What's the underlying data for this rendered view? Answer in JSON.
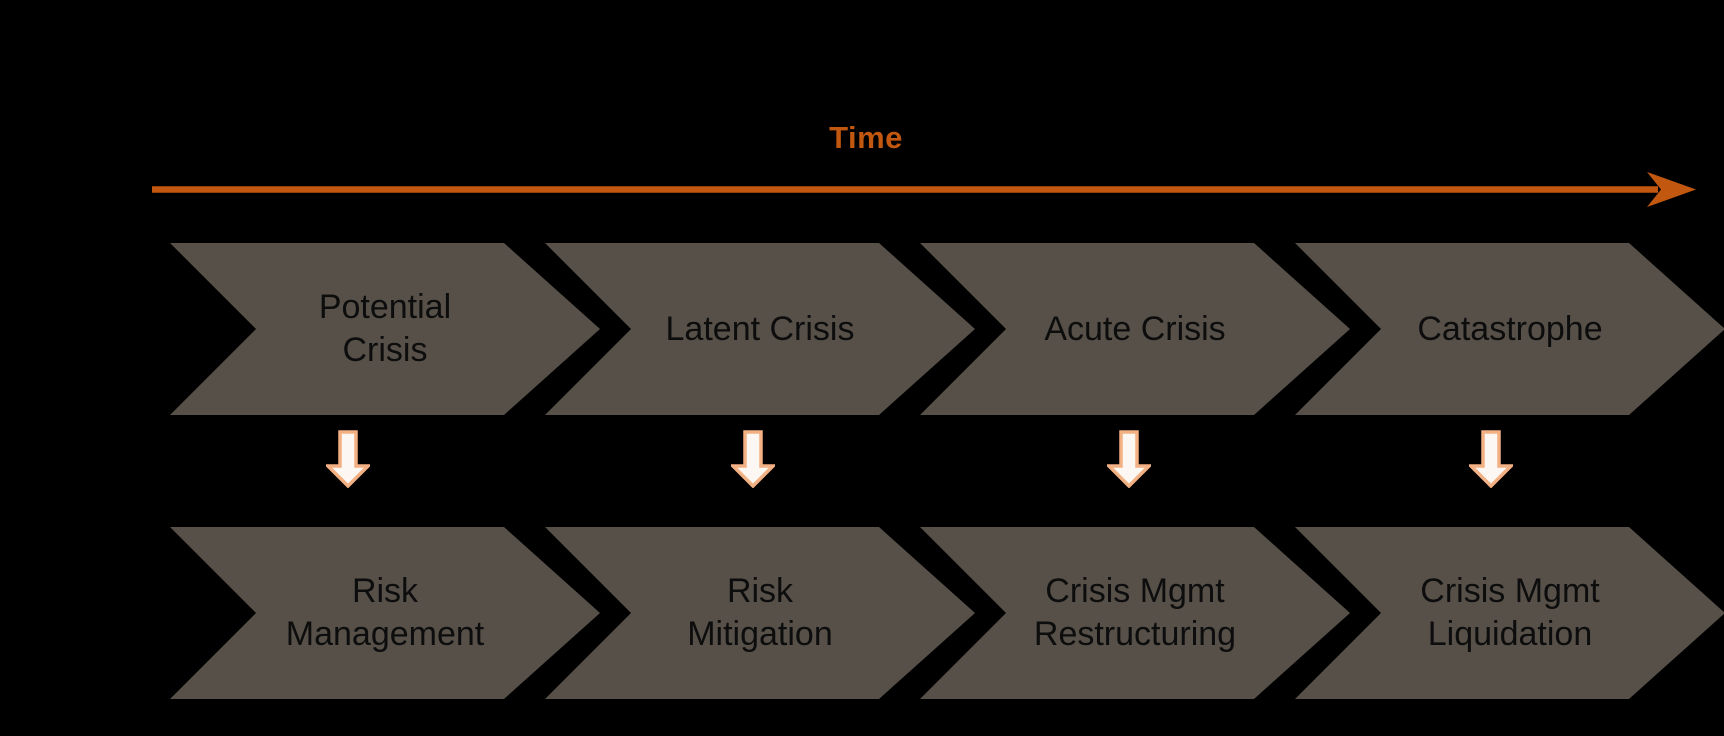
{
  "timeline": {
    "label": "Time"
  },
  "colors": {
    "background": "#000000",
    "chevron_fill": "#565049",
    "accent": "#C2570F",
    "down_arrow_fill": "#FCF7F2",
    "down_arrow_stroke": "#F2B083",
    "chevron_text": "#0D0D0D"
  },
  "stages": [
    {
      "stage": "Potential\nCrisis",
      "response": "Risk\nManagement"
    },
    {
      "stage": "Latent Crisis",
      "response": "Risk\nMitigation"
    },
    {
      "stage": "Acute Crisis",
      "response": "Crisis Mgmt\nRestructuring"
    },
    {
      "stage": "Catastrophe",
      "response": "Crisis Mgmt\nLiquidation"
    }
  ]
}
